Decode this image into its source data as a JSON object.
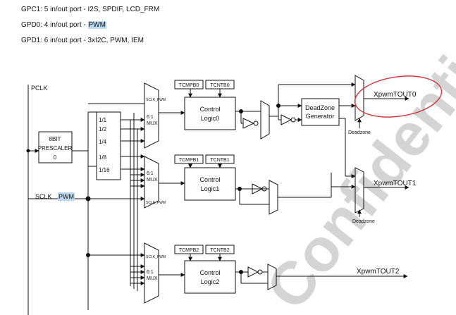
{
  "header": {
    "gpc1": "GPC1: 5 in/out port - I2S, SPDIF, LCD_FRM",
    "gpd0_prefix": "GPD0: 4 in/out port - ",
    "gpd0_highlight": "PWM",
    "gpd1": "GPD1: 6 in/out port - 3xI2C, PWM, IEM"
  },
  "diagram": {
    "pclk": "PCLK",
    "prescaler_l1": "8BIT",
    "prescaler_l2": "PRESCALER",
    "prescaler_l3": "0",
    "sclk_label": "SCLK",
    "sclk_highlight": "PWM",
    "dividers": [
      "1/1",
      "1/2",
      "1/4",
      "1/8",
      "1/16"
    ],
    "mux_label_1": "6:1",
    "mux_label_2": "MUX",
    "mux_sclk": "SCLK_PWM",
    "ctrl0_l1": "Control",
    "ctrl0_l2": "Logic0",
    "ctrl1_l1": "Control",
    "ctrl1_l2": "Logic1",
    "ctrl2_l1": "Control",
    "ctrl2_l2": "Logic2",
    "tcmpb0": "TCMPB0",
    "tcntb0": "TCNTB0",
    "tcmpb1": "TCMPB1",
    "tcntb1": "TCNTB1",
    "tcmpb2": "TCMPB2",
    "tcntb2": "TCNTB2",
    "deadzone_gen_l1": "DeadZone",
    "deadzone_gen_l2": "Generator",
    "deadzone_0": "Deadzone",
    "deadzone_1": "Deadzone",
    "tout0": "XpwmTOUT0",
    "tout1": "XpwmTOUT1",
    "tout2": "XpwmTOUT2"
  },
  "watermark": "Confidential",
  "colors": {
    "highlight": "#bcd9f2",
    "annotation_circle": "#d9363e",
    "watermark": "#d0d0d0"
  }
}
